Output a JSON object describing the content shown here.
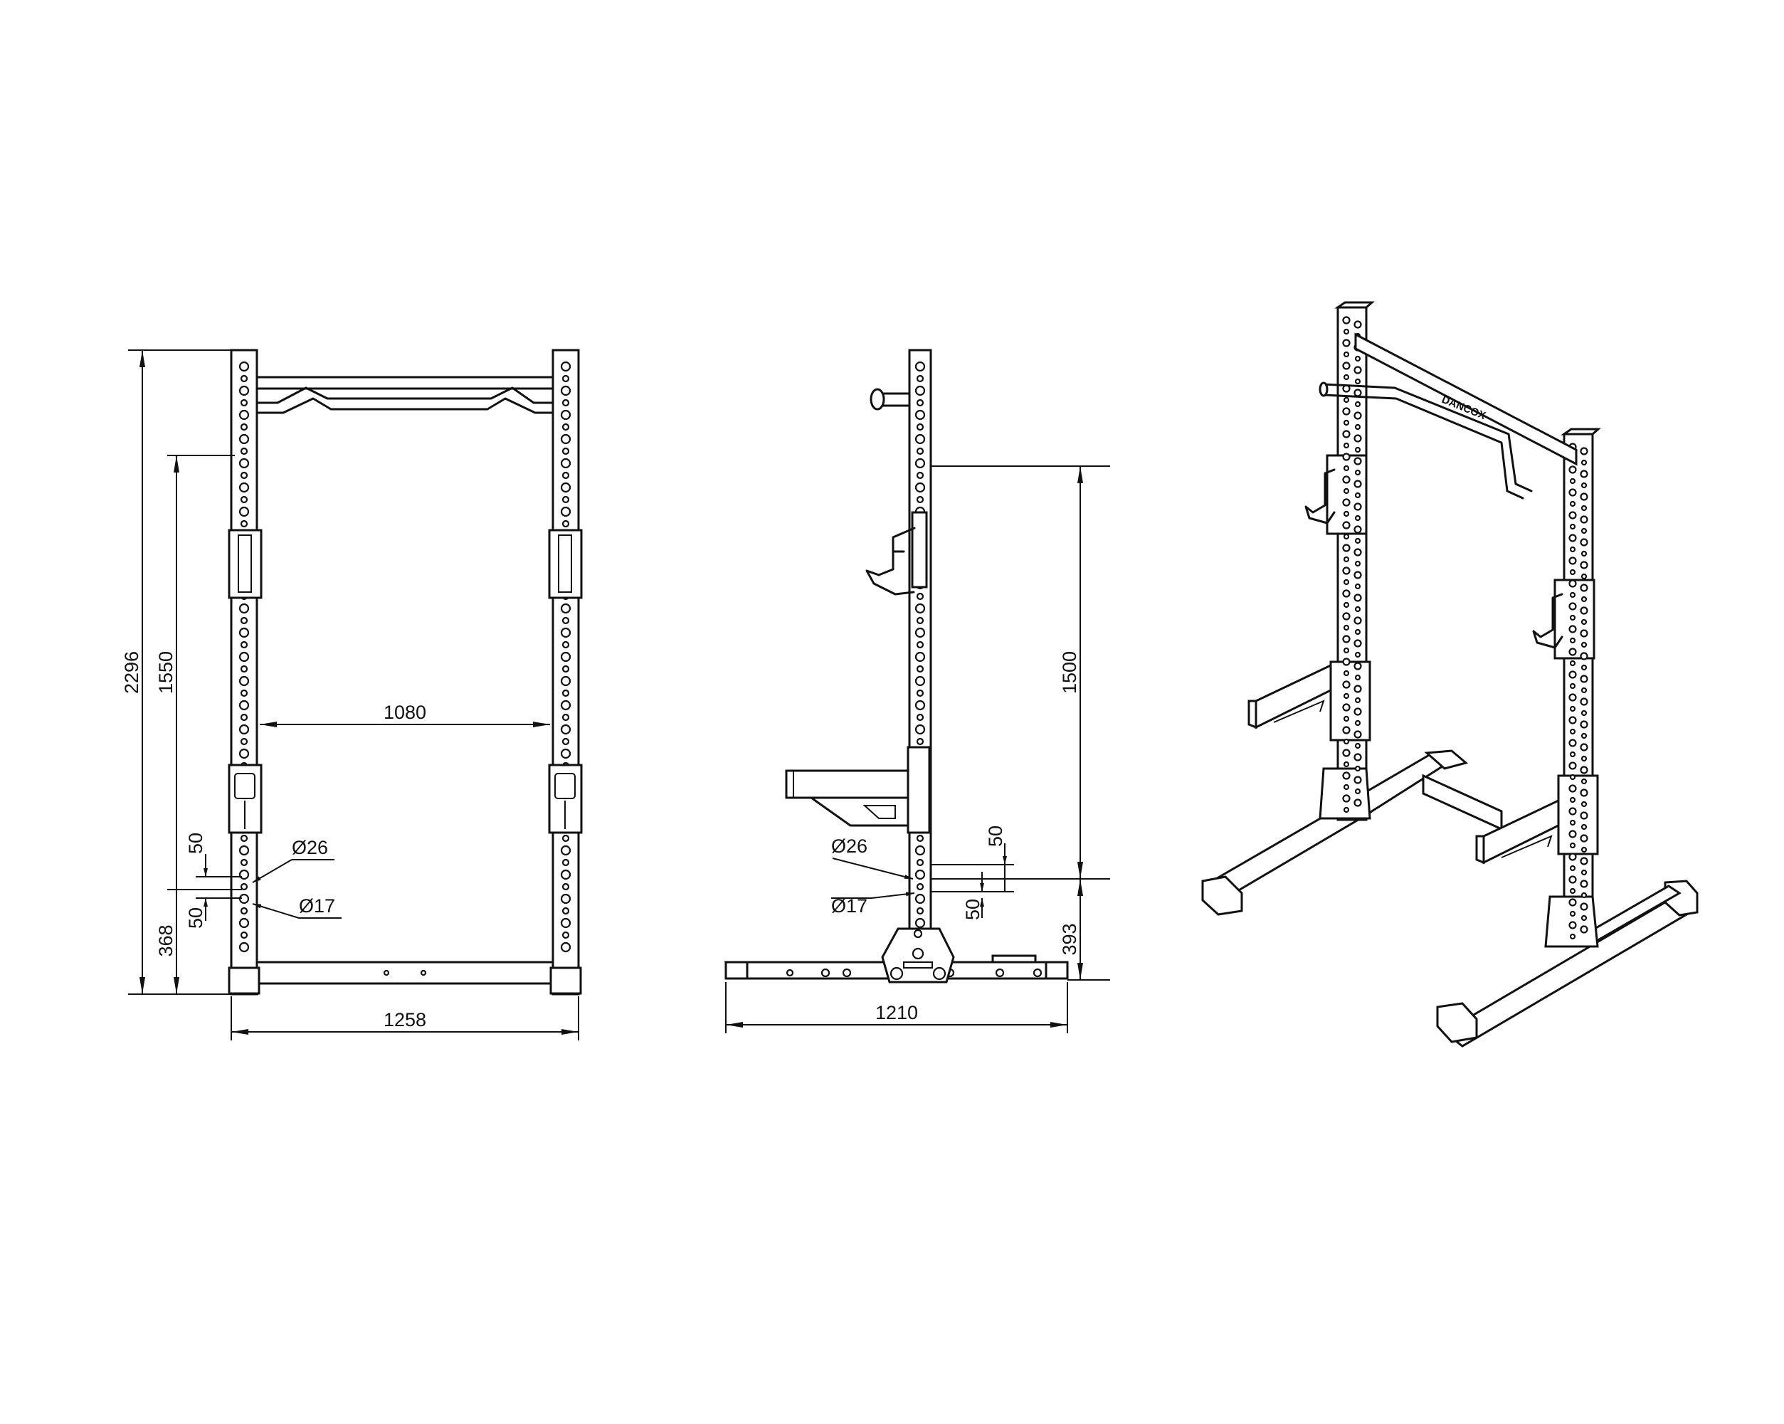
{
  "front_view": {
    "total_height": "2296",
    "pullup_height": "1550",
    "inner_width": "1080",
    "overall_width": "1258",
    "safety_height": "368",
    "hole_spacing_upper": "50",
    "hole_spacing_lower": "50",
    "large_hole": "Ø26",
    "small_hole": "Ø17"
  },
  "side_view": {
    "hook_height": "1500",
    "base_depth": "1210",
    "safety_height": "393",
    "hole_spacing_upper": "50",
    "hole_spacing_lower": "50",
    "large_hole": "Ø26",
    "small_hole": "Ø17"
  },
  "iso_view": {
    "brand_mark": "DANCOX"
  },
  "colors": {
    "line": "#111111",
    "background": "#ffffff"
  }
}
